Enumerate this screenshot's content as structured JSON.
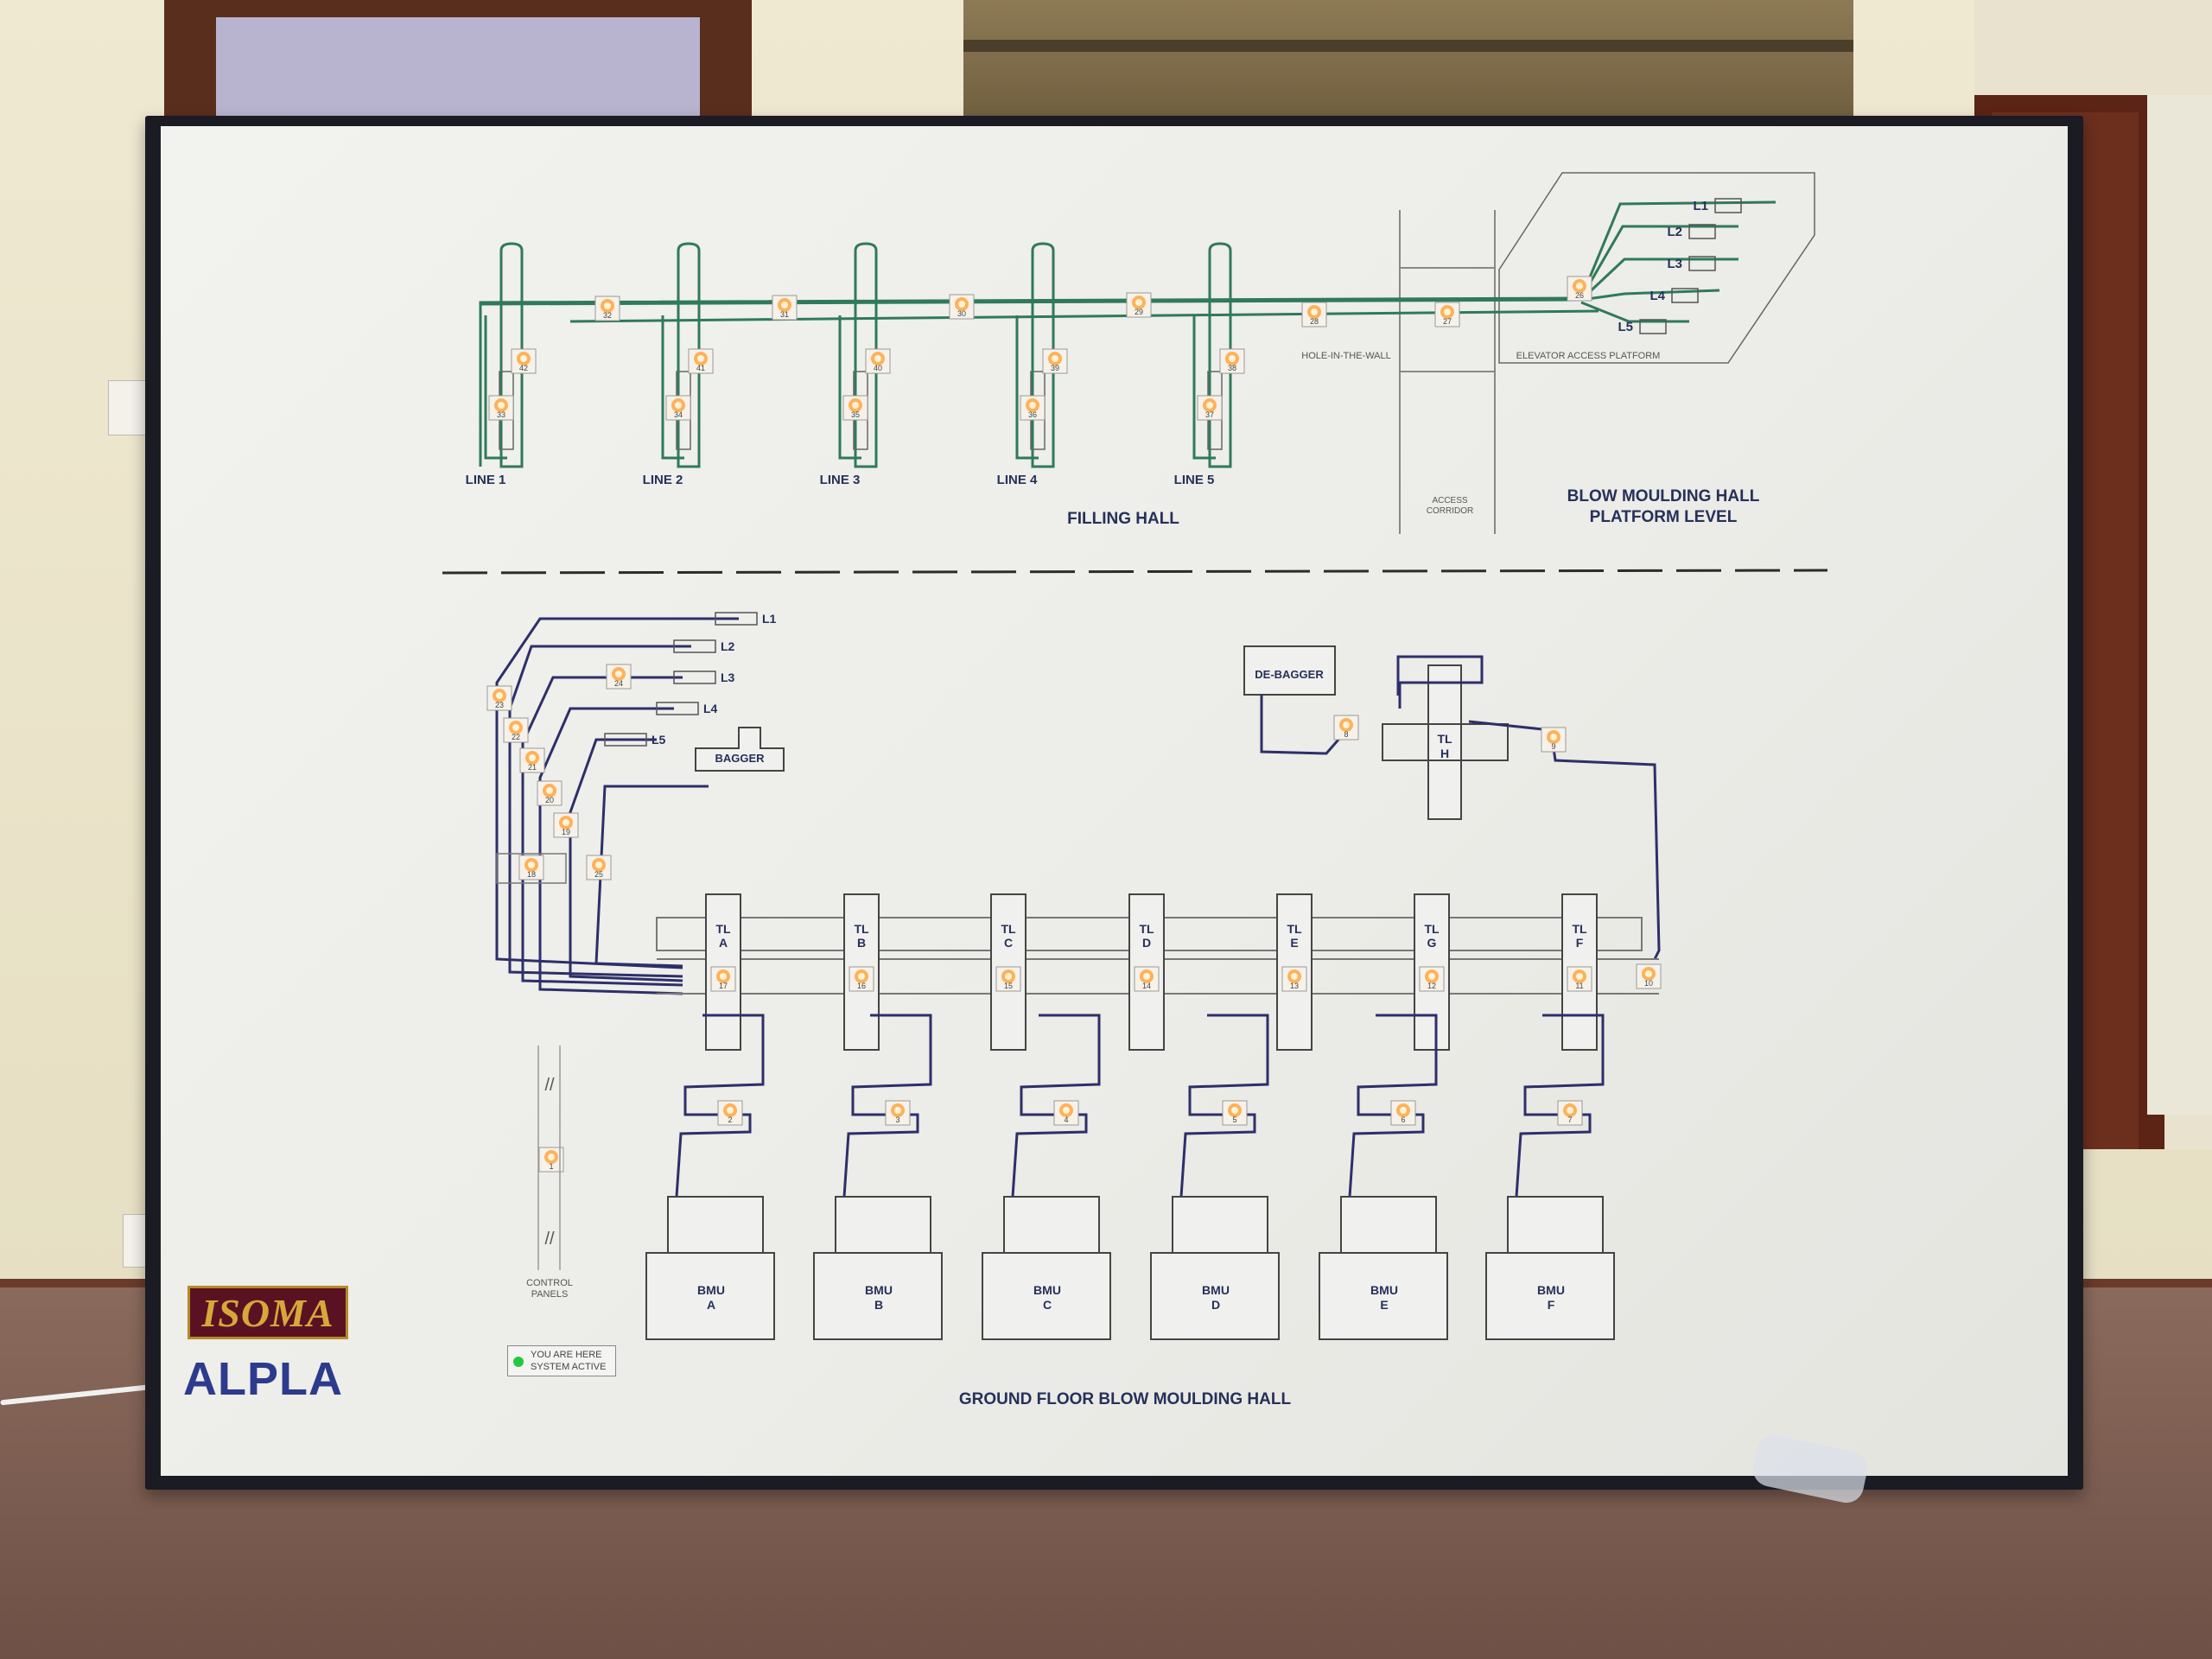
{
  "board": {
    "upper_title": "FILLING HALL",
    "upper_right_title_1": "BLOW MOULDING HALL",
    "upper_right_title_2": "PLATFORM LEVEL",
    "lower_title": "GROUND FLOOR BLOW MOULDING HALL",
    "hole_label": "HOLE-IN-THE-WALL",
    "elevator_label": "ELEVATOR ACCESS PLATFORM",
    "corridor_label_1": "ACCESS",
    "corridor_label_2": "CORRIDOR",
    "control_label_1": "CONTROL",
    "control_label_2": "PANELS",
    "bagger_label": "BAGGER",
    "debagger_label": "DE-BAGGER",
    "legend_line_1": "YOU ARE HERE",
    "legend_line_2": "SYSTEM ACTIVE",
    "logo_isoma": "ISOMA",
    "logo_alpla": "ALPLA"
  },
  "filling_lines": [
    {
      "name": "LINE 1",
      "lights": [
        "42",
        "33"
      ]
    },
    {
      "name": "LINE 2",
      "lights": [
        "41",
        "34"
      ]
    },
    {
      "name": "LINE 3",
      "lights": [
        "40",
        "35"
      ]
    },
    {
      "name": "LINE 4",
      "lights": [
        "39",
        "36"
      ]
    },
    {
      "name": "LINE 5",
      "lights": [
        "38",
        "37"
      ]
    }
  ],
  "header_lights": [
    "32",
    "31",
    "30",
    "29",
    "28",
    "27",
    "26"
  ],
  "platform_lines": [
    "L1",
    "L2",
    "L3",
    "L4",
    "L5"
  ],
  "ground_left_lines": [
    "L1",
    "L2",
    "L3",
    "L4",
    "L5"
  ],
  "ground_left_lights": [
    "23",
    "24",
    "22",
    "21",
    "20",
    "19",
    "18",
    "25"
  ],
  "transfer_lifts": [
    {
      "name": "TL",
      "sub": "A",
      "light": "17"
    },
    {
      "name": "TL",
      "sub": "B",
      "light": "16"
    },
    {
      "name": "TL",
      "sub": "C",
      "light": "15"
    },
    {
      "name": "TL",
      "sub": "D",
      "light": "14"
    },
    {
      "name": "TL",
      "sub": "E",
      "light": "13"
    },
    {
      "name": "TL",
      "sub": "G",
      "light": "12"
    },
    {
      "name": "TL",
      "sub": "F",
      "light": "11"
    }
  ],
  "tl_h": {
    "name": "TL",
    "sub": "H"
  },
  "misc_lights": [
    "8",
    "9",
    "10",
    "1"
  ],
  "bmus": [
    {
      "name": "BMU",
      "sub": "A",
      "light": "2"
    },
    {
      "name": "BMU",
      "sub": "B",
      "light": "3"
    },
    {
      "name": "BMU",
      "sub": "C",
      "light": "4"
    },
    {
      "name": "BMU",
      "sub": "D",
      "light": "5"
    },
    {
      "name": "BMU",
      "sub": "E",
      "light": "6"
    },
    {
      "name": "BMU",
      "sub": "F",
      "light": "7"
    }
  ],
  "colors": {
    "upper_track": "#2f7a5a",
    "lower_track": "#2d2f6a",
    "lamp": "#ffb15a",
    "title": "#26305a"
  }
}
